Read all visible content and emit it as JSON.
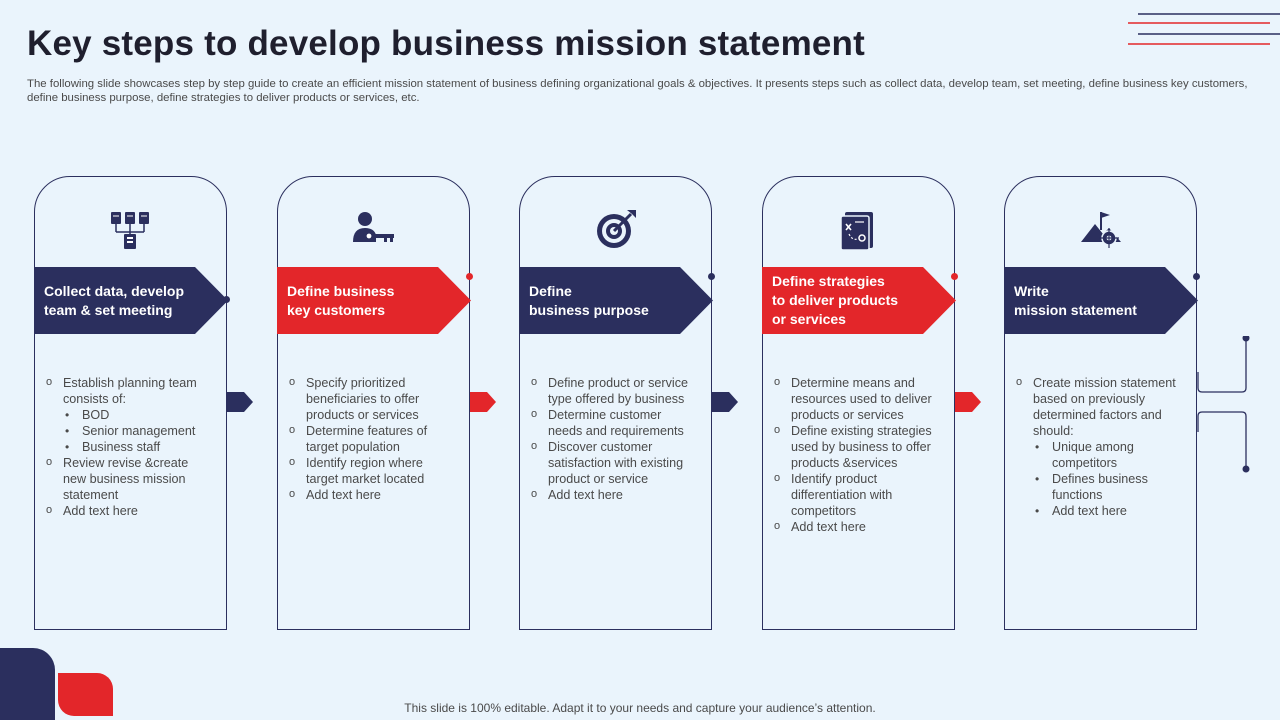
{
  "title": "Key steps to develop business mission statement",
  "subtitle": "The following slide showcases step by step guide to create an efficient mission statement of business defining organizational goals & objectives. It  presents steps such as collect data, develop team, set meeting, define business key customers, define business purpose, define strategies to deliver products or services, etc.",
  "footer": "This slide is 100% editable. Adapt it to your needs and capture your audience’s attention.",
  "colors": {
    "navy": "#2b2f5e",
    "red": "#e3262a",
    "background": "#eaf4fc"
  },
  "steps": [
    {
      "icon": "database-network-icon",
      "color": "navy",
      "heading": "Collect data, develop\nteam & set meeting",
      "items": [
        {
          "level": 1,
          "text": "Establish planning team consists of:"
        },
        {
          "level": 2,
          "text": "BOD"
        },
        {
          "level": 2,
          "text": "Senior management"
        },
        {
          "level": 2,
          "text": "Business staff"
        },
        {
          "level": 1,
          "text": "Review revise &create new business mission statement"
        },
        {
          "level": 1,
          "text": "Add text here"
        }
      ]
    },
    {
      "icon": "person-key-icon",
      "color": "red",
      "heading": "Define business\nkey customers",
      "items": [
        {
          "level": 1,
          "text": "Specify prioritized beneficiaries to offer products or services"
        },
        {
          "level": 1,
          "text": "Determine features of target population"
        },
        {
          "level": 1,
          "text": "Identify region where target market located"
        },
        {
          "level": 1,
          "text": "Add text here"
        }
      ]
    },
    {
      "icon": "target-arrow-icon",
      "color": "navy",
      "heading": "Define\nbusiness purpose",
      "items": [
        {
          "level": 1,
          "text": "Define product or service type offered by business"
        },
        {
          "level": 1,
          "text": "Determine customer needs and requirements"
        },
        {
          "level": 1,
          "text": "Discover customer satisfaction with existing product or service"
        },
        {
          "level": 1,
          "text": "Add text here"
        }
      ]
    },
    {
      "icon": "strategy-board-icon",
      "color": "red",
      "heading": "Define strategies\n to deliver products\n or services",
      "items": [
        {
          "level": 1,
          "text": "Determine means and resources used to deliver products or services"
        },
        {
          "level": 1,
          "text": "Define existing strategies used by business to offer products &services"
        },
        {
          "level": 1,
          "text": "Identify product differentiation with competitors"
        },
        {
          "level": 1,
          "text": "Add text here"
        }
      ]
    },
    {
      "icon": "mountain-flag-icon",
      "color": "navy",
      "heading": "Write\nmission statement",
      "items": [
        {
          "level": 1,
          "text": "Create mission statement based on previously determined factors and should:"
        },
        {
          "level": 2,
          "text": "Unique among competitors"
        },
        {
          "level": 2,
          "text": "Defines business functions"
        },
        {
          "level": 2,
          "text": "Add text here"
        }
      ]
    }
  ]
}
